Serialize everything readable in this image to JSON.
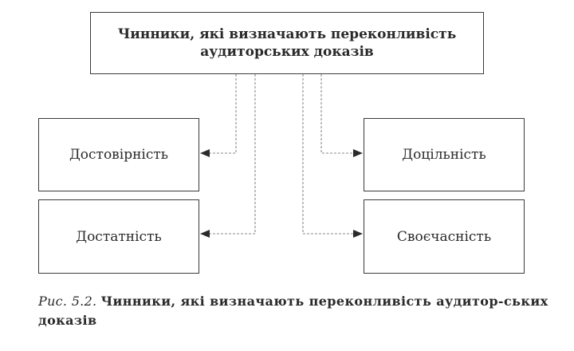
{
  "diagram": {
    "root": {
      "line1": "Чинники, які визначають переконливість",
      "line2": "аудиторських доказів"
    },
    "left": [
      {
        "label": "Достовірність"
      },
      {
        "label": "Достатність"
      }
    ],
    "right": [
      {
        "label": "Доцільність"
      },
      {
        "label": "Своєчасність"
      }
    ]
  },
  "caption": {
    "prefix": "Рис. 5.2.",
    "text": "Чинники, які визначають переконливість аудитор-ських доказів"
  }
}
